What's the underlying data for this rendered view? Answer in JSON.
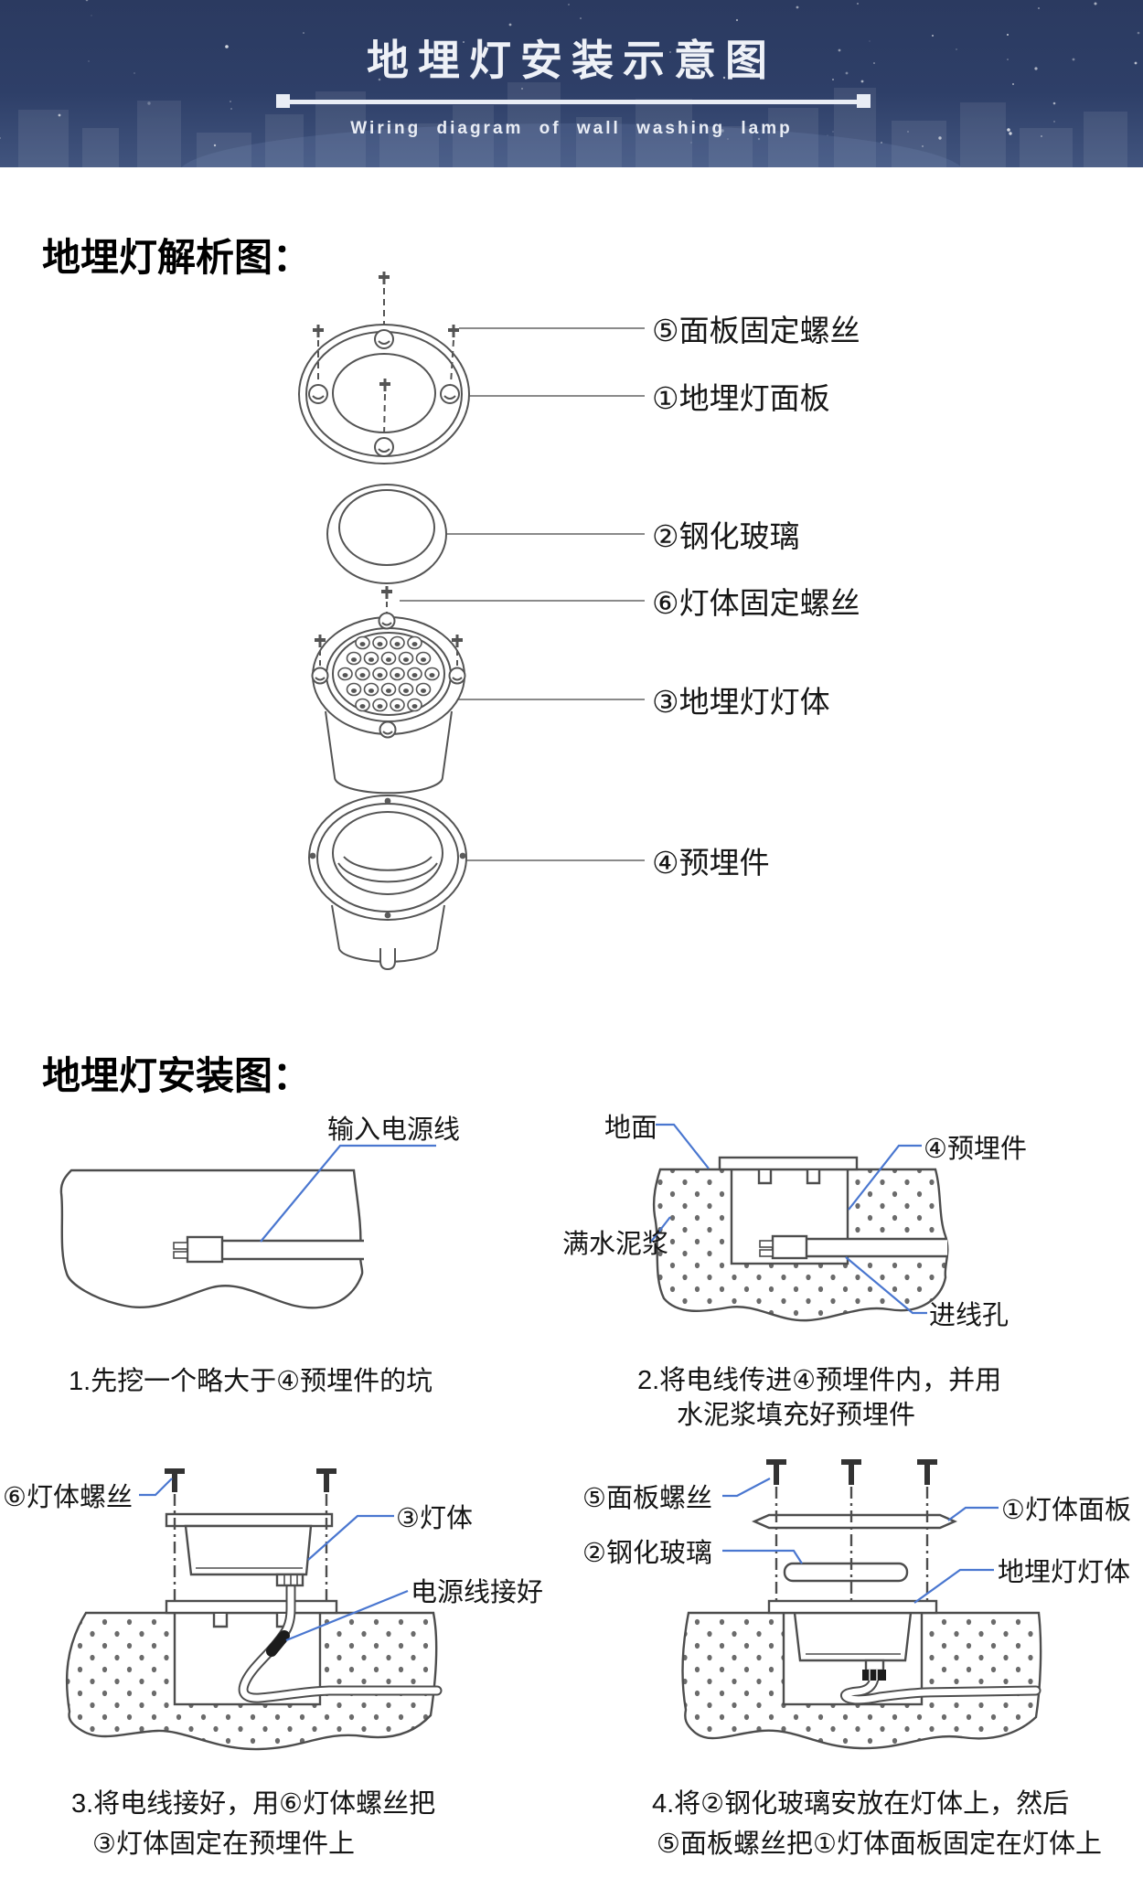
{
  "header": {
    "title": "地埋灯安装示意图",
    "subtitle": "Wiring diagram of wall washing lamp"
  },
  "parts_section": {
    "title": "地埋灯解析图：",
    "labels": {
      "panel_screw": "⑤面板固定螺丝",
      "panel": "①地埋灯面板",
      "glass": "②钢化玻璃",
      "body_screw": "⑥灯体固定螺丝",
      "body": "③地埋灯灯体",
      "embed": "④预埋件"
    }
  },
  "install_section": {
    "title": "地埋灯安装图：",
    "step1": {
      "label_power_in": "输入电源线",
      "caption": "1.先挖一个略大于④预埋件的坑"
    },
    "step2": {
      "label_ground": "地面",
      "label_embed": "④预埋件",
      "label_cement": "满水泥浆",
      "label_wire_hole": "进线孔",
      "caption_line1": "2.将电线传进④预埋件内，并用",
      "caption_line2": "水泥浆填充好预埋件"
    },
    "step3": {
      "label_body_screw": "⑥灯体螺丝",
      "label_body": "③灯体",
      "label_wire_connected": "电源线接好",
      "caption_line1": "3.将电线接好，用⑥灯体螺丝把",
      "caption_line2": "③灯体固定在预埋件上"
    },
    "step4": {
      "label_panel_screw": "⑤面板螺丝",
      "label_panel": "①灯体面板",
      "label_glass": "②钢化玻璃",
      "label_body": "地埋灯灯体",
      "caption_line1": "4.将②钢化玻璃安放在灯体上，然后",
      "caption_line2": "⑤面板螺丝把①灯体面板固定在灯体上"
    }
  },
  "colors": {
    "header_bg": "#2d3b61",
    "accent_blue": "#4a77d0",
    "line_gray": "#4d4d4d",
    "stipple_dot": "#6b6b6b"
  }
}
